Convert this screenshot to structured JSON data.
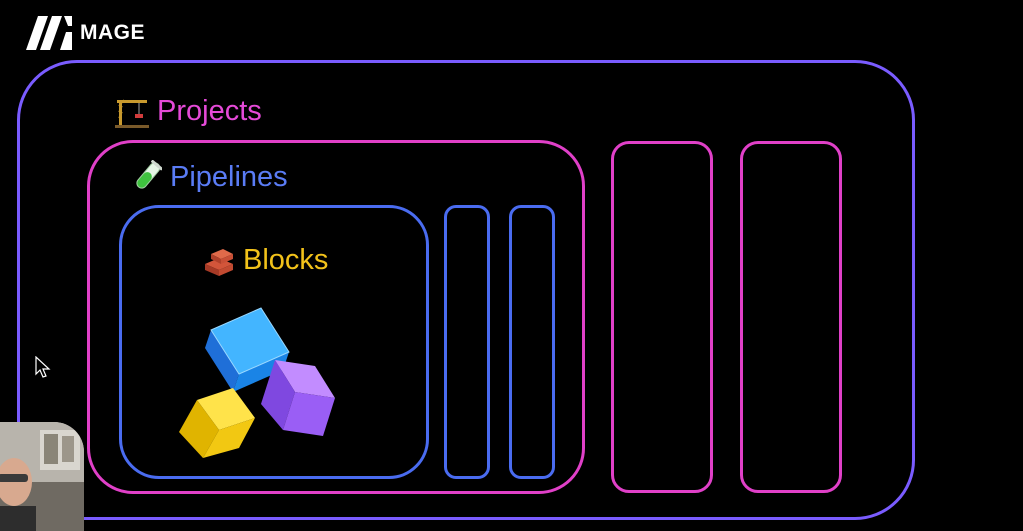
{
  "brand": {
    "name": "MAGE",
    "logo_icon": "mage-logo-icon"
  },
  "diagram": {
    "projects_label": "Projects",
    "pipelines_label": "Pipelines",
    "blocks_label": "Blocks",
    "icons": {
      "projects": "crane-icon",
      "pipelines": "test-tube-icon",
      "blocks": "bricks-icon"
    },
    "colors": {
      "projects": "#e040c8",
      "pipelines": "#4a6cf0",
      "blocks": "#f2c21a",
      "outer": "#7a5cff"
    }
  }
}
